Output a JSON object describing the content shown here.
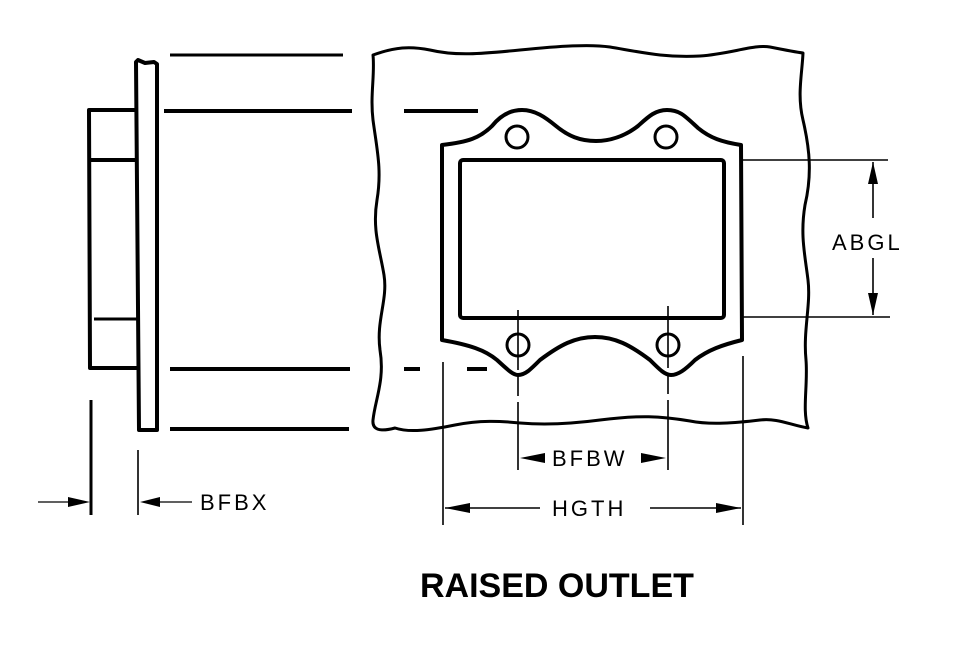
{
  "figure": {
    "title": "RAISED OUTLET",
    "stroke_color": "#000000",
    "background_color": "#ffffff"
  },
  "dimensions": {
    "abgl": "ABGL",
    "bfbw": "BFBW",
    "hgth": "HGTH",
    "bfbx": "BFBX"
  },
  "views": {
    "side_view": "side-view",
    "front_view": "front-view"
  }
}
